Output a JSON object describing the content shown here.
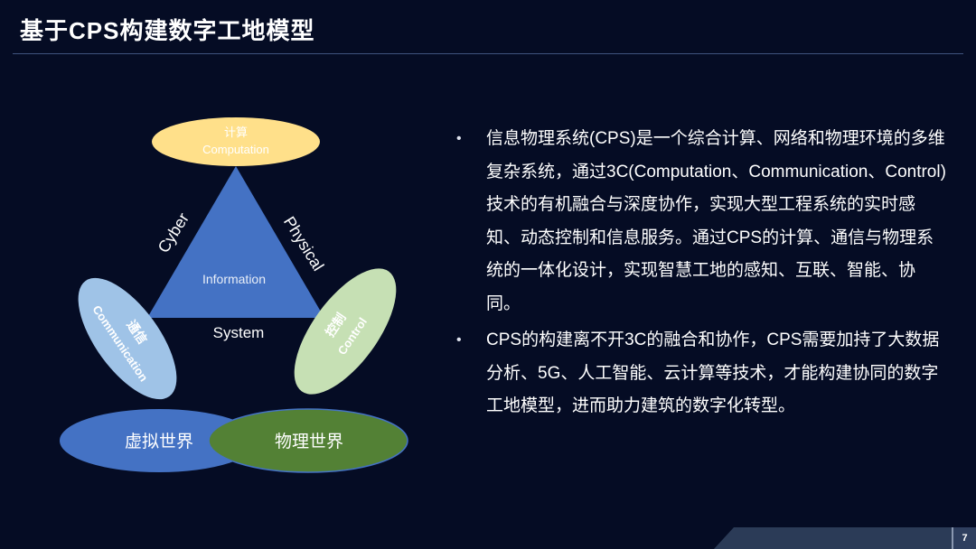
{
  "slide": {
    "title": "基于CPS构建数字工地模型",
    "page_number": "7"
  },
  "diagram": {
    "top_ellipse": {
      "label_cn": "计算",
      "label_en": "Computation",
      "color": "#ffe08a"
    },
    "left_ellipse": {
      "label_cn": "通信",
      "label_en": "Communication",
      "color": "#9fc3e7"
    },
    "right_ellipse": {
      "label_cn": "控制",
      "label_en": "Control",
      "color": "#c6e0b4"
    },
    "triangle": {
      "center_label": "Information",
      "left_label": "Cyber",
      "right_label": "Physical",
      "bottom_label": "System",
      "color": "#4472c4"
    },
    "bottom_left": {
      "label": "虚拟世界",
      "color": "#4472c4"
    },
    "bottom_right": {
      "label": "物理世界",
      "color": "#538135"
    }
  },
  "content": {
    "bullets": [
      "信息物理系统(CPS)是一个综合计算、网络和物理环境的多维复杂系统，通过3C(Computation、Communication、Control)技术的有机融合与深度协作，实现大型工程系统的实时感知、动态控制和信息服务。通过CPS的计算、通信与物理系统的一体化设计，实现智慧工地的感知、互联、智能、协同。",
      "CPS的构建离不开3C的融合和协作，CPS需要加持了大数据分析、5G、人工智能、云计算等技术，才能构建协同的数字工地模型，进而助力建筑的数字化转型。"
    ]
  }
}
